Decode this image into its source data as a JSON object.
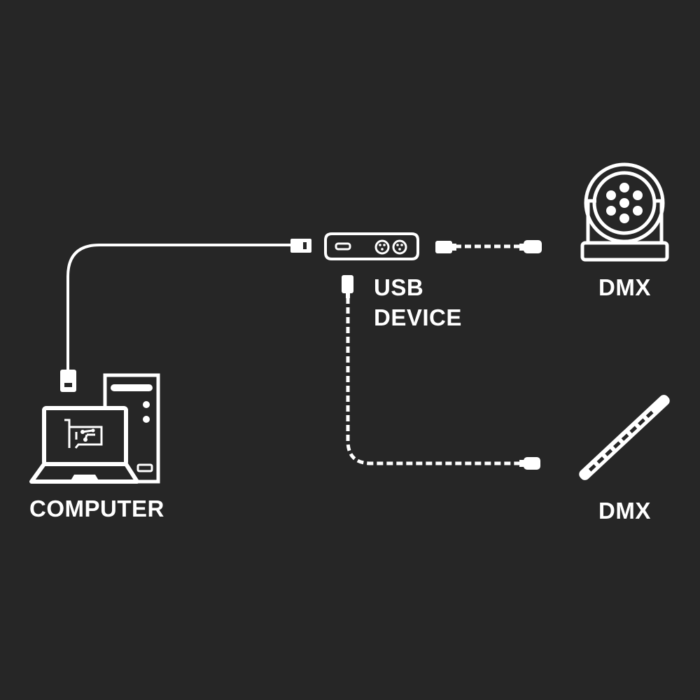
{
  "colors": {
    "background": "#262626",
    "foreground": "#ffffff"
  },
  "nodes": {
    "computer": {
      "label": "COMPUTER",
      "icon": "computer-laptop-tower-icon"
    },
    "usb_device": {
      "label_line1": "USB",
      "label_line2": "DEVICE",
      "icon": "usb-dmx-interface-icon"
    },
    "dmx_moving_head": {
      "label": "DMX",
      "icon": "moving-head-light-icon"
    },
    "dmx_led_bar": {
      "label": "DMX",
      "icon": "led-bar-light-icon"
    }
  },
  "connections": [
    {
      "from": "computer",
      "to": "usb_device",
      "style": "solid",
      "type": "USB"
    },
    {
      "from": "usb_device",
      "to": "dmx_moving_head",
      "style": "dashed",
      "type": "DMX"
    },
    {
      "from": "usb_device",
      "to": "dmx_led_bar",
      "style": "dashed",
      "type": "DMX"
    }
  ]
}
